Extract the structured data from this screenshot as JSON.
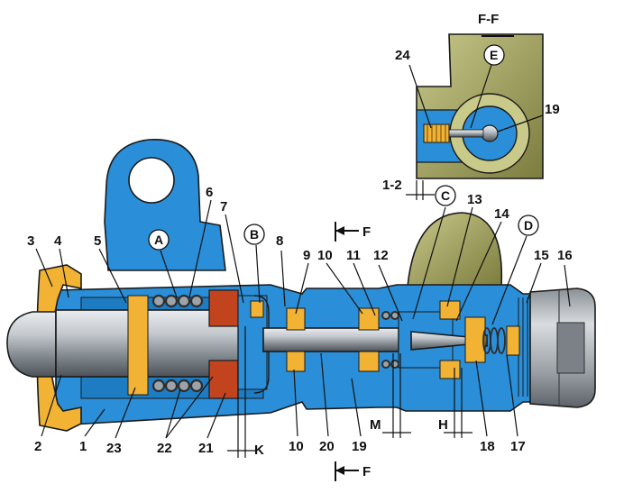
{
  "section_view": {
    "title": "F-F",
    "labels": [
      "24",
      "E",
      "19",
      "1-2",
      "C"
    ]
  },
  "callouts_top": [
    "3",
    "4",
    "5",
    "A",
    "6",
    "7",
    "B",
    "8",
    "9",
    "10",
    "11",
    "12",
    "13",
    "14",
    "D",
    "15",
    "16"
  ],
  "callouts_bottom": [
    "2",
    "1",
    "23",
    "22",
    "21",
    "K",
    "10",
    "20",
    "19",
    "M",
    "H",
    "18",
    "17"
  ],
  "section_marks": [
    "F",
    "F"
  ],
  "colors": {
    "body": "#2a8fd8",
    "body_dark": "#1c6fb0",
    "steel": "#b9bfc4",
    "seal": "#f2b233",
    "rubber": "#c2441e",
    "olive": "#9a9a52",
    "olive_light": "#c9c98a"
  }
}
